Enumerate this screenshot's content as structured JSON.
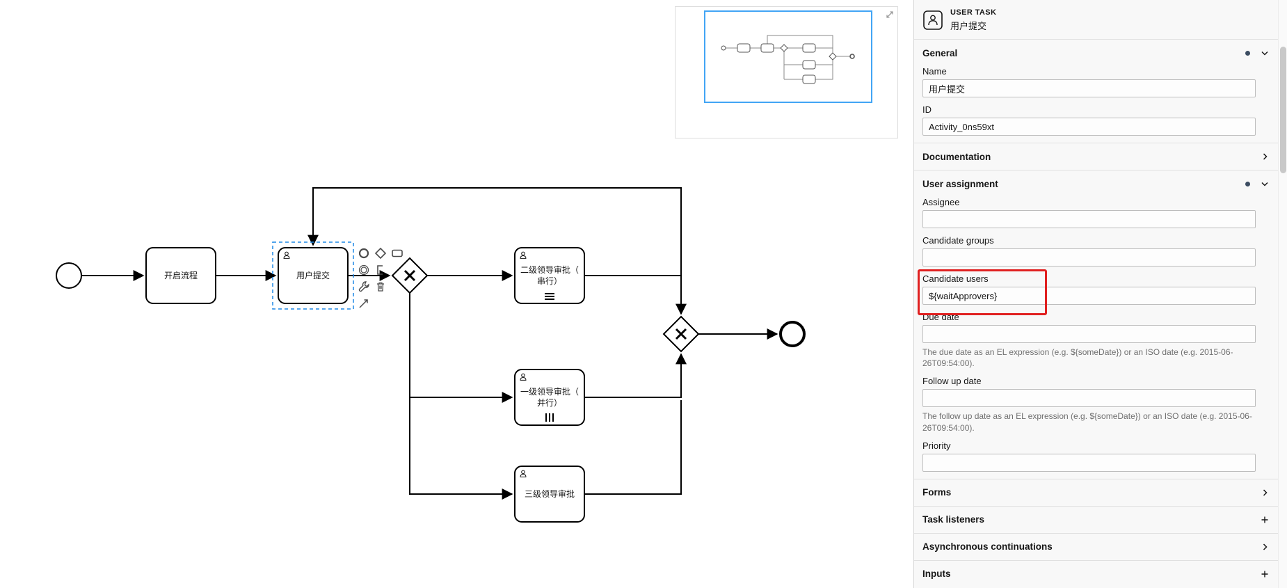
{
  "diagram": {
    "nodes": {
      "start_event": {
        "type": "start-event"
      },
      "task_start": {
        "label": "开启流程"
      },
      "task_submit": {
        "label": "用户提交",
        "selected": true
      },
      "gateway_split": {
        "type": "exclusive-gateway"
      },
      "task_review2": {
        "line1": "二级领导审批（",
        "line2": "串行）",
        "marker": "sequential-multi-instance"
      },
      "task_review1": {
        "line1": "一级领导审批（",
        "line2": "并行）",
        "marker": "parallel-multi-instance"
      },
      "task_review3": {
        "label": "三级领导审批"
      },
      "gateway_join": {
        "type": "exclusive-gateway"
      },
      "end_event": {
        "type": "end-event"
      }
    },
    "flows": [
      "start_event -> task_start",
      "task_start -> task_submit",
      "task_submit -> gateway_split",
      "gateway_split -> task_review2",
      "gateway_split -> task_review1",
      "gateway_split -> task_review3",
      "task_review2 -> gateway_join",
      "task_review1 -> gateway_join",
      "task_review3 -> gateway_join",
      "gateway_join -> end_event",
      "gateway_join -> task_submit (reject loop)"
    ],
    "context_pad_icons": [
      "append-end-event-icon",
      "append-gateway-icon",
      "append-task-icon",
      "append-intermediate-event-icon",
      "append-text-annotation-icon",
      "wrench-icon",
      "trash-icon",
      "connect-arrow-icon"
    ]
  },
  "minimap": {
    "viewport_color": "#42a5f5",
    "expand_icon": "expand-icon"
  },
  "annotation": {
    "highlight_color": "#e02020",
    "highlight_target": "Candidate users"
  },
  "panel": {
    "header": {
      "element_type": "USER TASK",
      "element_name": "用户提交",
      "icon": "user-task-icon"
    },
    "general": {
      "title": "General",
      "name_label": "Name",
      "name_value": "用户提交",
      "id_label": "ID",
      "id_value": "Activity_0ns59xt"
    },
    "documentation": {
      "title": "Documentation"
    },
    "user_assignment": {
      "title": "User assignment",
      "assignee_label": "Assignee",
      "assignee_value": "",
      "candidate_groups_label": "Candidate groups",
      "candidate_groups_value": "",
      "candidate_users_label": "Candidate users",
      "candidate_users_value": "${waitApprovers}",
      "due_date_label": "Due date",
      "due_date_value": "",
      "due_date_help": "The due date as an EL expression (e.g. ${someDate}) or an ISO date (e.g. 2015-06-26T09:54:00).",
      "follow_up_label": "Follow up date",
      "follow_up_value": "",
      "follow_up_help": "The follow up date as an EL expression (e.g. ${someDate}) or an ISO date (e.g. 2015-06-26T09:54:00).",
      "priority_label": "Priority",
      "priority_value": ""
    },
    "forms": {
      "title": "Forms"
    },
    "task_listeners": {
      "title": "Task listeners"
    },
    "async": {
      "title": "Asynchronous continuations"
    },
    "inputs": {
      "title": "Inputs"
    }
  }
}
